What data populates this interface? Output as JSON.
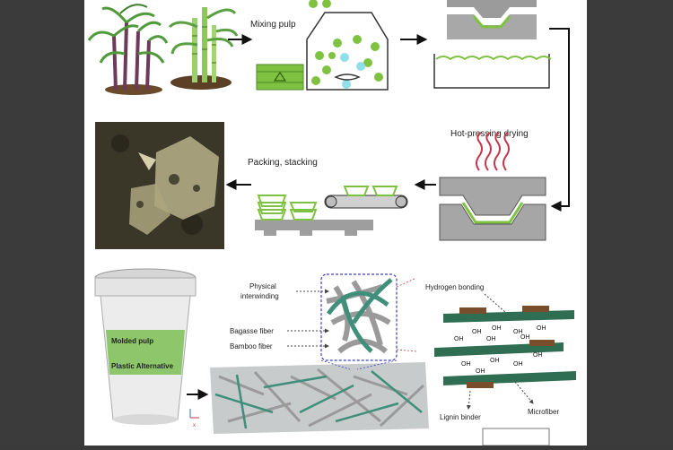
{
  "labels": {
    "mixing_pulp": "Mixing pulp",
    "hot_pressing": "Hot-pressing drying",
    "packing": "Packing, stacking",
    "physical": "Physical",
    "interwinding": "interwinding",
    "bagasse": "Bagasse fiber",
    "bamboo": "Bamboo fiber",
    "hydrogen": "Hydrogen bonding",
    "lignin": "Lignin binder",
    "microfiber": "Microfiber",
    "cup_line1": "Molded pulp",
    "cup_line2": "Plastic Alternative",
    "oh": "OH",
    "axis_x": "x"
  },
  "colors": {
    "background": "#3b3b3b",
    "panel": "#ffffff",
    "green": "#7fc241",
    "cup_label": "#8dc66b",
    "fiber_teal": "#3f8f7a",
    "fiber_grey": "#9a9a9a",
    "soil": "#3a3628",
    "lignin": "#7a4e2a"
  }
}
